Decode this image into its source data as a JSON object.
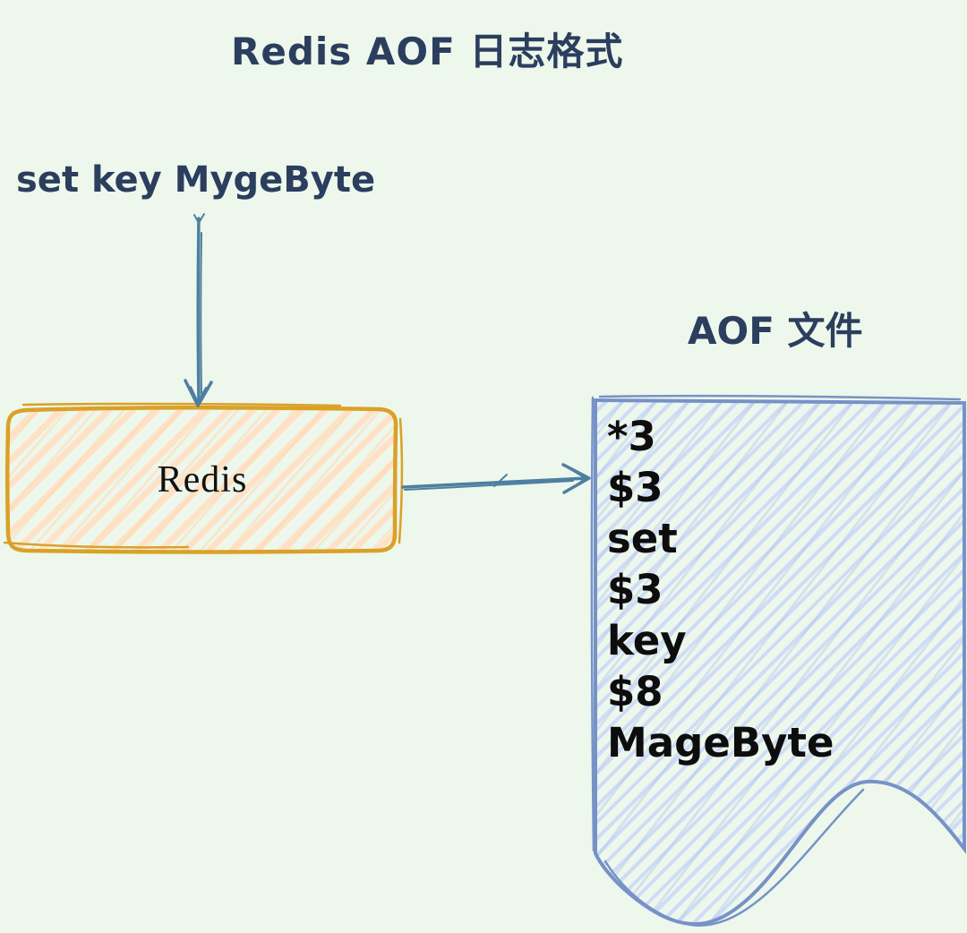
{
  "title": "Redis AOF 日志格式",
  "command": "set key MygeByte",
  "redis_box": {
    "label": "Redis"
  },
  "aof_file": {
    "label": "AOF 文件",
    "lines": [
      "*3",
      "$3",
      "set",
      "$3",
      "key",
      "$8",
      "MageByte"
    ]
  },
  "colors": {
    "background": "#edf7ec",
    "heading_text": "#2b3e5e",
    "body_text": "#111111",
    "redis_border": "#d9a126",
    "redis_hatch": "#ffe2c6",
    "file_border": "#7792c6",
    "file_hatch": "#cfdcf5",
    "arrow": "#4e7fa0"
  }
}
